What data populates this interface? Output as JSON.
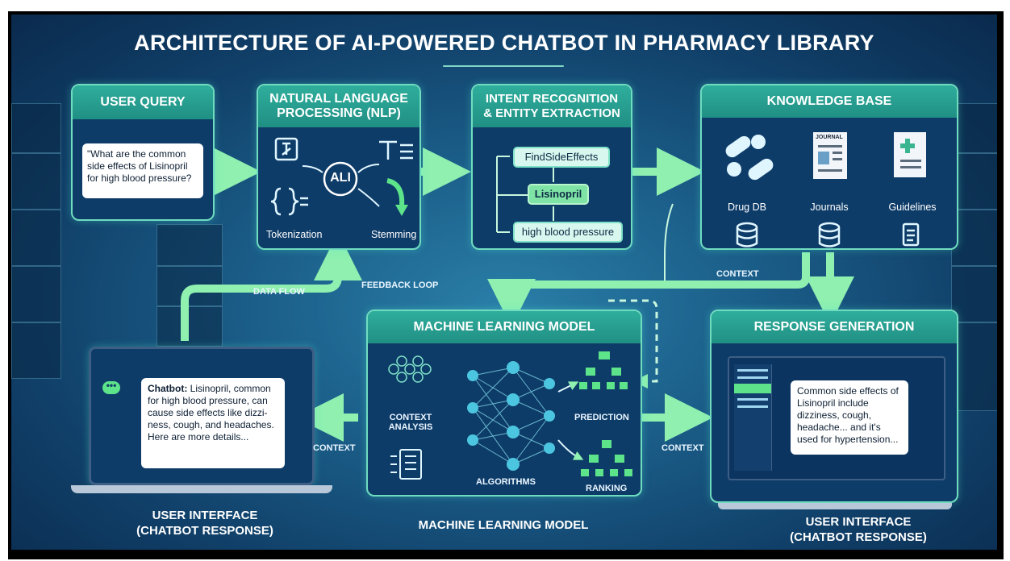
{
  "title": "ARCHITECTURE OF AI-POWERED CHATBOT IN PHARMACY LIBRARY",
  "user_query": {
    "heading": "USER QUERY",
    "question": "\"What are the common side effects of Lisinopril for high blood pressure?"
  },
  "nlp": {
    "heading_line1": "NATURAL LANGUAGE",
    "heading_line2": "PROCESSING (NLP)",
    "center": "ALI",
    "tokenization": "Tokenization",
    "stemming": "Stemming"
  },
  "intent": {
    "heading_line1": "INTENT RECOGNITION",
    "heading_line2": "& ENTITY EXTRACTION",
    "intent_name": "FindSideEffects",
    "entity_drug": "Lisinopril",
    "entity_condition": "high blood pressure"
  },
  "knowledge_base": {
    "heading": "KNOWLEDGE BASE",
    "journal_label": "JOURNAL",
    "sources": [
      "Drug DB",
      "Journals",
      "Guidelines"
    ]
  },
  "ml_model": {
    "heading": "MACHINE LEARNING MODEL",
    "context_analysis_line1": "CONTEXT",
    "context_analysis_line2": "ANALYSIS",
    "algorithms": "ALGORITHMS",
    "prediction": "PREDICTION",
    "ranking": "RANKING",
    "caption": "MACHINE LEARNING MODEL"
  },
  "response_generation": {
    "heading": "RESPONSE GENERATION",
    "text": "Common side effects of Lisinopril include dizziness, cough, headache... and it's used for hypertension..."
  },
  "user_interface": {
    "chat_text_bold": "Chatbot:",
    "chat_text": "Lisinopril, common for high blood pressure, can cause side effects like dizzi- ness, cough, and headaches. Here are more details...",
    "caption_line1": "USER INTERFACE",
    "caption_line2": "(CHATBOT RESPONSE)"
  },
  "right_caption": {
    "line1": "USER INTERFACE",
    "line2": "(CHATBOT RESPONSE)"
  },
  "flow_labels": {
    "data_flow": "DATA FLOW",
    "feedback_loop": "FEEDBACK LOOP",
    "context_top": "CONTEXT",
    "context_left": "CONTEXT",
    "context_right": "CONTEXT"
  },
  "colors": {
    "accent": "#6fdcc0",
    "arrow": "#8ff0b0",
    "card_bg": "#0e3c69",
    "header": "#2fae9c"
  }
}
